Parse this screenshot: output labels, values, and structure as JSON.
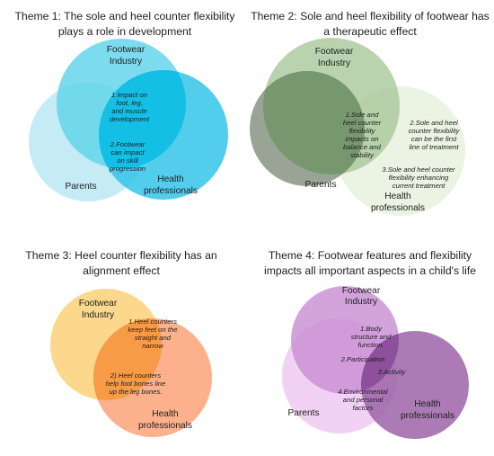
{
  "themes": [
    {
      "title": "Theme 1: The sole and heel counter flexibility plays a role in development",
      "labels": {
        "footwear": [
          "Footwear",
          "Industry"
        ],
        "parents": [
          "Parents"
        ],
        "health": [
          "Health",
          "professionals"
        ]
      },
      "notes": [
        [
          "1.Impact on",
          "foot, leg,",
          "and muscle",
          "development"
        ],
        [
          "2.Footwear",
          "can impact",
          "on skill",
          "progression"
        ]
      ],
      "colors": {
        "footwear": "#5fd3ea",
        "parents": "#bfe9f4",
        "health": "#2dc2e8",
        "overlap": "#12bfe6"
      }
    },
    {
      "title": "Theme 2: Sole and heel flexibility of footwear has a therapeutic effect",
      "labels": {
        "footwear": [
          "Footwear",
          "Industry"
        ],
        "parents": [
          "Parents"
        ],
        "health": [
          "Health",
          "professionals"
        ]
      },
      "notes": [
        [
          "1.Sole and",
          "heel counter",
          "flexibility",
          "impacts on",
          "balance and",
          "stability"
        ],
        [
          "2.Sole and heel",
          "counter flexibility",
          "can be the first",
          "line of treatment"
        ],
        [
          "3.Sole and heel counter",
          "flexibility enhancing",
          "current treatment"
        ]
      ],
      "colors": {
        "footwear": "#a9c99c",
        "parents": "#8e9a8b",
        "health": "#e7f0dd",
        "overlap": "#76986d"
      }
    },
    {
      "title": "Theme 3: Heel counter flexibility has an alignment effect",
      "labels": {
        "footwear": [
          "Footwear",
          "Industry"
        ],
        "health": [
          "Health",
          "professionals"
        ]
      },
      "notes": [
        [
          "1.Heel counters",
          "keep feet on the",
          "straight and",
          "narrow"
        ],
        [
          "2) Heel counters",
          "help foot bones line",
          "up the leg bones."
        ]
      ],
      "colors": {
        "footwear": "#fbcf74",
        "health": "#fb9f73",
        "overlap": "#f79a44"
      }
    },
    {
      "title": "Theme 4: Footwear features and flexibility impacts all important aspects in a child's life",
      "labels": {
        "footwear": [
          "Footwear",
          "Industry"
        ],
        "parents": [
          "Parents"
        ],
        "health": [
          "Health",
          "professionals"
        ]
      },
      "notes": [
        [
          "1.Body",
          "structure and",
          "function."
        ],
        [
          "2.Participation"
        ],
        [
          "3.Activity"
        ],
        [
          "4.Environmental",
          "and personal",
          "factors"
        ]
      ],
      "colors": {
        "footwear": "#c98fd4",
        "parents": "#efccf3",
        "health": "#9a5ea6",
        "overlap": "#8a4d99"
      }
    }
  ]
}
